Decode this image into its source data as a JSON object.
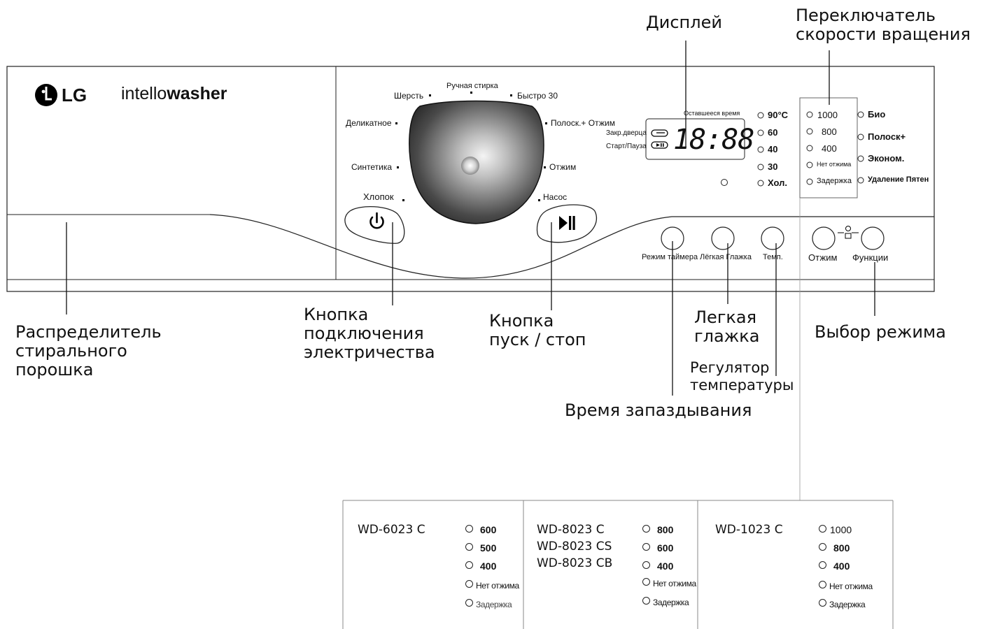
{
  "brand": {
    "logo_text": "LG",
    "product_prefix": "intello",
    "product_suffix": "washer"
  },
  "display": {
    "time": "18:88",
    "remaining_label": "Оставшееся время",
    "door_lock_label": "Закр.дверца",
    "start_pause_label": "Старт/Пауза"
  },
  "programs": {
    "hand_wash": "Ручная стирка",
    "wool": "Шерсть",
    "quick30": "Быстро 30",
    "delicate": "Деликатное",
    "rinse_spin": "Полоск.+ Отжим",
    "synthetic": "Синтетика",
    "spin": "Отжим",
    "cotton": "Хлопок",
    "drain": "Насос"
  },
  "temperatures": [
    "90°C",
    "60",
    "40",
    "30",
    "Хол."
  ],
  "spin_speeds": [
    "1000",
    "800",
    "400",
    "Нет отжима",
    "Задержка"
  ],
  "options": [
    "Био",
    "Полоск+",
    "Эконом.",
    "Удаление Пятен"
  ],
  "buttons": {
    "timer": "Режим таймера",
    "easy_iron": "Лёгкая Глажка",
    "temp": "Темп.",
    "spin": "Отжим",
    "functions": "Функции"
  },
  "callouts": {
    "display": "Дисплей",
    "speed_switch": [
      "Переключатель",
      "скорости вращения"
    ],
    "powder": [
      "Распределитель",
      "стирального",
      "порошка"
    ],
    "power": [
      "Кнопка",
      "подключения",
      "электричества"
    ],
    "start_stop": [
      "Кнопка",
      "пуск / стоп"
    ],
    "easy_iron": [
      "Легкая",
      "глажка"
    ],
    "temp_regulator": [
      "Регулятор",
      "температуры"
    ],
    "delay": "Время запаздывания",
    "mode_select": "Выбор режима"
  },
  "models": [
    {
      "names": [
        "WD-6023 C"
      ],
      "speeds": [
        "600",
        "500",
        "400"
      ],
      "extras": [
        "Нет отжима",
        "Задержка"
      ]
    },
    {
      "names": [
        "WD-8023 C",
        "WD-8023 CS",
        "WD-8023 CB"
      ],
      "speeds": [
        "800",
        "600",
        "400"
      ],
      "extras": [
        "Нет отжима",
        "Задержка"
      ]
    },
    {
      "names": [
        "WD-1023 C"
      ],
      "speeds": [
        "1000",
        "800",
        "400"
      ],
      "extras": [
        "Нет отжима",
        "Задержка"
      ]
    }
  ]
}
